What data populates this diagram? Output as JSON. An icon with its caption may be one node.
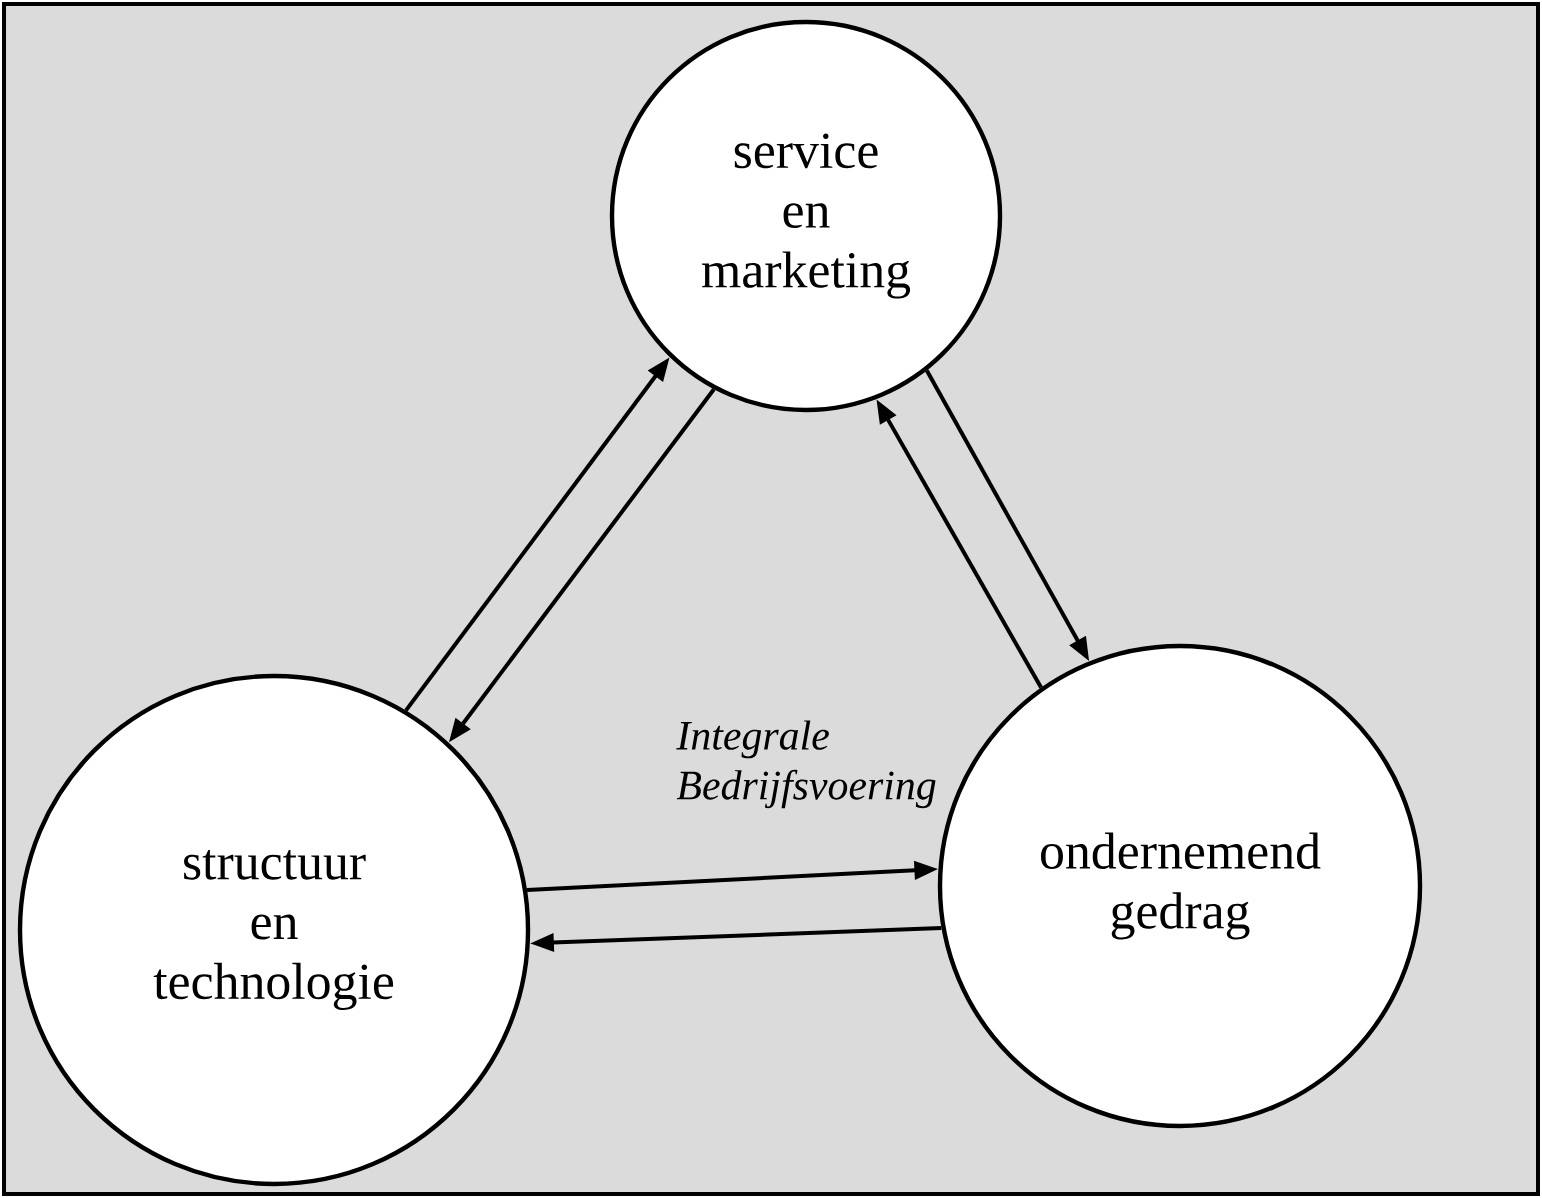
{
  "diagram": {
    "nodes": [
      {
        "text": [
          "service en marketing"
        ]
      },
      {
        "text": [
          "structuur en technologie"
        ]
      },
      {
        "text": [
          "ondernemend gedrag"
        ]
      }
    ],
    "edges": [
      {
        "from": 1,
        "to": 0,
        "arrow": "to"
      },
      {
        "from": 0,
        "to": 1,
        "arrow": "to"
      },
      {
        "from": 0,
        "to": 2,
        "arrow": "to"
      },
      {
        "from": 2,
        "to": 0,
        "arrow": "to"
      },
      {
        "from": 1,
        "to": 2,
        "arrow": "to"
      },
      {
        "from": 2,
        "to": 1,
        "arrow": "to"
      }
    ],
    "labels": [
      "Integrale Bedrijfsvoering"
    ]
  }
}
